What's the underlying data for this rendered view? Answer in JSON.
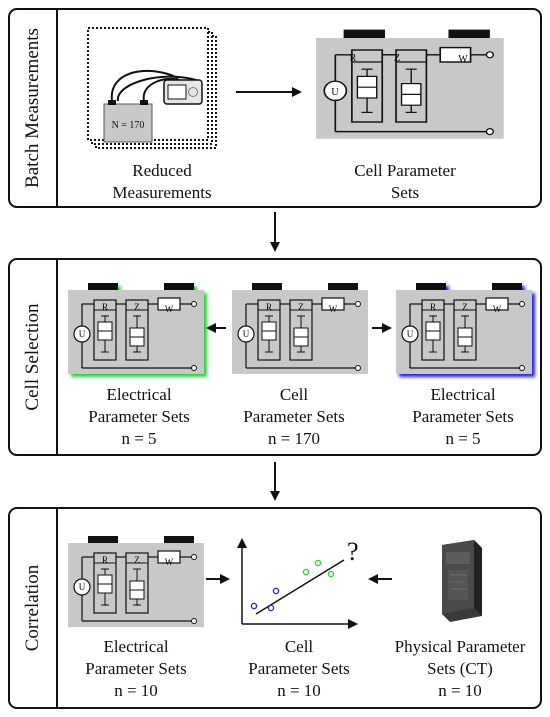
{
  "panels": {
    "batch": {
      "title": "Batch Measurements",
      "left_caption": [
        "Reduced",
        "Measurements"
      ],
      "right_caption": [
        "Cell Parameter",
        "Sets"
      ],
      "device_label": "N = 170"
    },
    "selection": {
      "title": "Cell Selection",
      "left_caption": [
        "Electrical",
        "Parameter Sets",
        "n = 5"
      ],
      "middle_caption": [
        "Cell",
        "Parameter Sets",
        "n = 170"
      ],
      "right_caption": [
        "Electrical",
        "Parameter Sets",
        "n = 5"
      ]
    },
    "correlation": {
      "title": "Correlation",
      "left_caption": [
        "Electrical",
        "Parameter Sets",
        "n = 10"
      ],
      "middle_caption": [
        "Cell",
        "Parameter Sets",
        "n = 10"
      ],
      "right_caption": [
        "Physical Parameter",
        "Sets (CT)",
        "n = 10"
      ],
      "question_mark": "?"
    }
  },
  "circuit_labels": {
    "r": "R",
    "z": "Z",
    "w": "W",
    "u": "U"
  },
  "colors": {
    "green_glow": "#2ecc40",
    "blue_glow": "#2222dd",
    "box_fill": "#c8c8c8",
    "scatter_green": "#2bcc2b",
    "scatter_blue": "#2222cc"
  },
  "icons": [
    "battery-cell-icon",
    "measurement-device-icon",
    "ct-scanner-icon",
    "scatter-plot-icon"
  ]
}
